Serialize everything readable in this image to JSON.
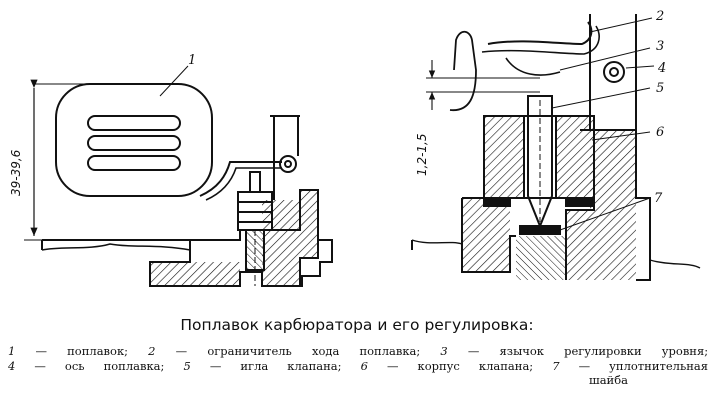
{
  "callouts": [
    "1",
    "2",
    "3",
    "4",
    "5",
    "6",
    "7"
  ],
  "dimensions": {
    "float_height": "39-39,6",
    "tongue_gap": "1,2-1,5"
  },
  "caption": {
    "title": "Поплавок карбюратора и его регулировка:",
    "legend": [
      {
        "num": "1",
        "text": "поплавок;"
      },
      {
        "num": "2",
        "text": "ограничитель хода поплавка;"
      },
      {
        "num": "3",
        "text": "язычок регулировки уровня;"
      },
      {
        "num": "4",
        "text": "ось поплавка;"
      },
      {
        "num": "5",
        "text": "игла клапана;"
      },
      {
        "num": "6",
        "text": "корпус клапана;"
      },
      {
        "num": "7",
        "text": "уплотнительная"
      }
    ],
    "legend_tail": "шайба",
    "dash": "—"
  }
}
